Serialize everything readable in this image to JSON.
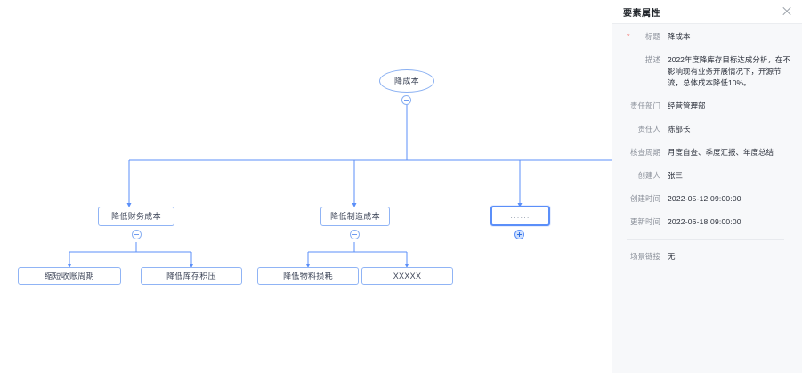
{
  "canvas": {
    "nodes": [
      {
        "id": "root",
        "label": "降成本",
        "shape": "ellipse",
        "selected": false,
        "toggle": "minus"
      },
      {
        "id": "l1a",
        "label": "降低财务成本",
        "shape": "rect",
        "selected": false,
        "toggle": "minus"
      },
      {
        "id": "l1b",
        "label": "降低制造成本",
        "shape": "rect",
        "selected": false,
        "toggle": "minus"
      },
      {
        "id": "l1c",
        "label": "......",
        "shape": "rect",
        "selected": true,
        "toggle": "plus"
      },
      {
        "id": "l2a",
        "label": "缩短收账周期",
        "shape": "rect",
        "selected": false,
        "toggle": "none"
      },
      {
        "id": "l2b",
        "label": "降低库存积压",
        "shape": "rect",
        "selected": false,
        "toggle": "none"
      },
      {
        "id": "l2c",
        "label": "降低物料损耗",
        "shape": "rect",
        "selected": false,
        "toggle": "none"
      },
      {
        "id": "l2d",
        "label": "XXXXX",
        "shape": "rect",
        "selected": false,
        "toggle": "none"
      }
    ],
    "edge_color": "#5b8ff9",
    "node_border_color": "#90b4f5"
  },
  "panel": {
    "title": "要素属性",
    "close_label": "×",
    "fields": [
      {
        "label": "标题",
        "value": "降成本",
        "required": true
      },
      {
        "label": "描述",
        "value": "2022年度降库存目标达成分析，在不影响现有业务开展情况下，开源节流，总体成本降低10%。......",
        "required": false
      },
      {
        "label": "责任部门",
        "value": "经营管理部",
        "required": false
      },
      {
        "label": "责任人",
        "value": "陈部长",
        "required": false
      },
      {
        "label": "核查周期",
        "value": "月度自查、季度汇报、年度总结",
        "required": false
      },
      {
        "label": "创建人",
        "value": "张三",
        "required": false
      },
      {
        "label": "创建时间",
        "value": "2022-05-12 09:00:00",
        "required": false
      },
      {
        "label": "更新时间",
        "value": "2022-06-18 09:00:00",
        "required": false
      }
    ],
    "footer_fields": [
      {
        "label": "场景链接",
        "value": "无",
        "required": false
      }
    ]
  }
}
